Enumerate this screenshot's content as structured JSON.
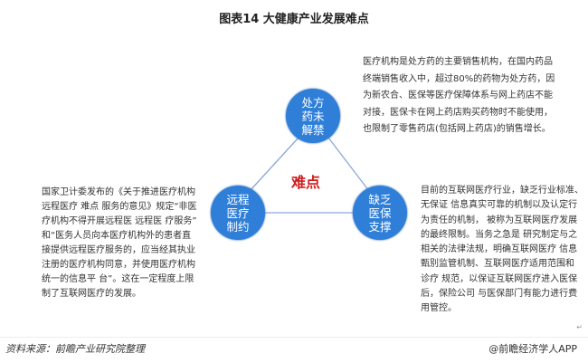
{
  "title": "图表14 大健康产业发展难点",
  "center_label": "难点",
  "nodes": [
    {
      "lines": [
        "处方",
        "药未",
        "解禁"
      ]
    },
    {
      "lines": [
        "远程",
        "医疗",
        "制约"
      ]
    },
    {
      "lines": [
        "缺乏",
        "医保",
        "支撑"
      ]
    }
  ],
  "descriptions": {
    "top": [
      "医疗机构是处方药的主要销售机构，在国内药品",
      "终端销售收入中，超过80%的药物为处方药，因",
      "为新农合、医保等医疗保障体系与网上药店不能",
      "对接，医保卡在网上药店购买药物时不能使用，",
      "也限制了零售药店(包括网上药店)的销售增长。"
    ],
    "left": [
      "国家卫计委发布的《关于推进医疗机构",
      "远程医疗 难点 服务的意见》规定“非医",
      "疗机构不得开展远程医 远程医 疗服务”",
      "和“医务人员向本医疗机构外的患者直",
      "接提供远程医疗服务的，应当经其执业",
      "注册的医疗机构同意，并使用医疗机构",
      "统一的信息平 台”。这在一定程度上限",
      "制了互联网医疗的发展。"
    ],
    "right": [
      "目前的互联网医疗行业，缺乏行业标准、",
      "无保证 信息真实可靠的机制以及认定行",
      "为责任的机制， 被称为互联网医疗发展",
      "的最终限制。当务之急是 研究制定与之",
      "相关的法律法规，明确互联网医疗 信息",
      "甄别监管机制、互联网医疗适用范围和",
      "诊疗 规范，以保证互联网医疗进入医保",
      "后，保险公司 与医保部门有能力进行费",
      "用管控。"
    ]
  },
  "footer": {
    "source": "资料来源：前瞻产业研究院整理",
    "credit": "@前瞻经济学人APP",
    "return_mark": "↵"
  },
  "colors": {
    "node": "#2f7fd9",
    "center": "#d01c1c",
    "line": "#8aa9d6"
  }
}
